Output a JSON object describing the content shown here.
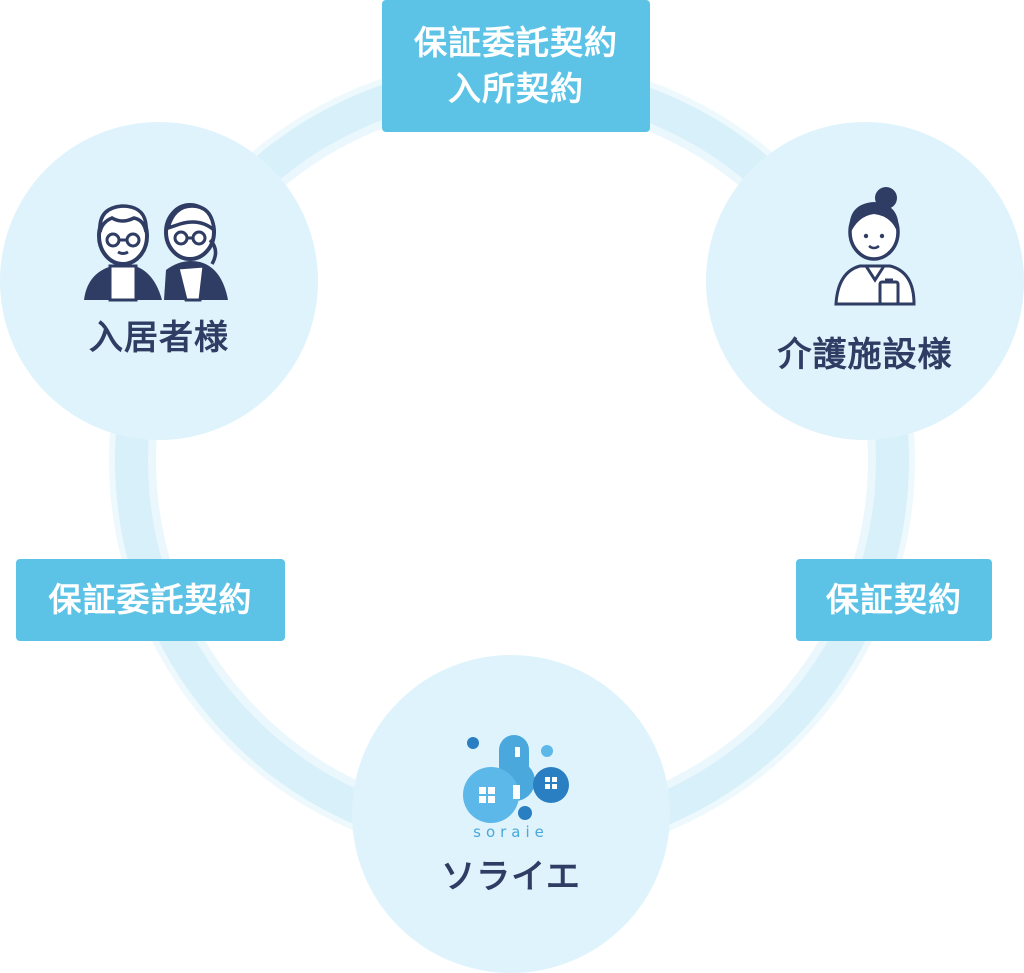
{
  "nodes": {
    "resident": {
      "label": "入居者様"
    },
    "facility": {
      "label": "介護施設様"
    },
    "soraie": {
      "logo_text": "soraie",
      "label": "ソライエ"
    }
  },
  "contracts": {
    "top": {
      "line1": "保証委託契約",
      "line2": "入所契約"
    },
    "left": {
      "label": "保証委託契約"
    },
    "right": {
      "label": "保証契約"
    }
  },
  "colors": {
    "ring": "#d9f0fa",
    "node_fill": "#def3fb",
    "contract_fill": "#5cc3e6",
    "label_text": "#2f3c63",
    "logo_blue": "#4aa8dc",
    "logo_dark": "#2a7fc2"
  }
}
